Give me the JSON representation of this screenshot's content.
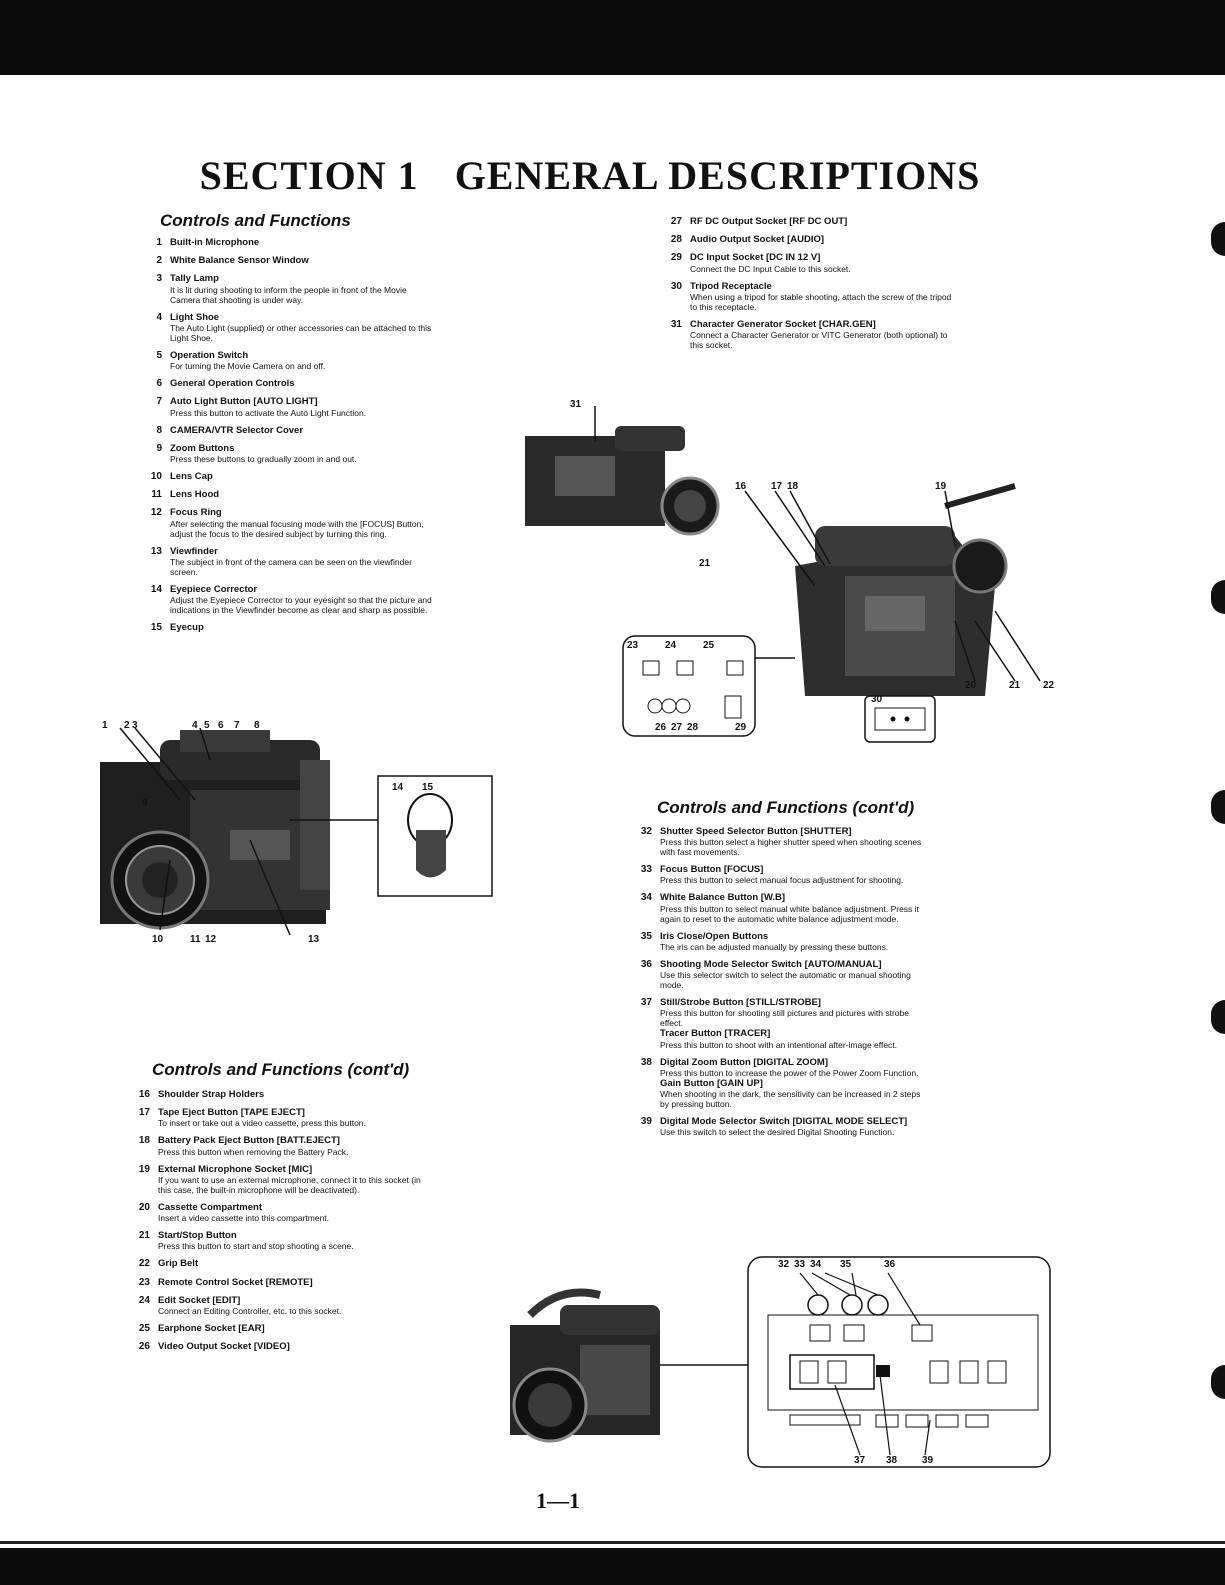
{
  "page": {
    "title_part1": "SECTION 1",
    "title_part2": "GENERAL DESCRIPTIONS",
    "page_number": "1—1"
  },
  "section_a": {
    "heading": "Controls and Functions",
    "items": [
      {
        "num": "1",
        "title": "Built-in Microphone",
        "desc": ""
      },
      {
        "num": "2",
        "title": "White Balance Sensor Window",
        "desc": ""
      },
      {
        "num": "3",
        "title": "Tally Lamp",
        "desc": "It is lit during shooting to inform the people in front of the Movie Camera that shooting is under way."
      },
      {
        "num": "4",
        "title": "Light Shoe",
        "desc": "The Auto Light (supplied) or other accessories can be attached to this Light Shoe."
      },
      {
        "num": "5",
        "title": "Operation Switch",
        "desc": "For turning the Movie Camera on and off."
      },
      {
        "num": "6",
        "title": "General Operation Controls",
        "desc": ""
      },
      {
        "num": "7",
        "title": "Auto Light Button [AUTO LIGHT]",
        "desc": "Press this button to activate the Auto Light Function."
      },
      {
        "num": "8",
        "title": "CAMERA/VTR Selector Cover",
        "desc": ""
      },
      {
        "num": "9",
        "title": "Zoom Buttons",
        "desc": "Press these buttons to gradually zoom in and out."
      },
      {
        "num": "10",
        "title": "Lens Cap",
        "desc": ""
      },
      {
        "num": "11",
        "title": "Lens Hood",
        "desc": ""
      },
      {
        "num": "12",
        "title": "Focus Ring",
        "desc": "After selecting the manual focusing mode with the [FOCUS] Button, adjust the focus to the desired subject by turning this ring."
      },
      {
        "num": "13",
        "title": "Viewfinder",
        "desc": "The subject in front of the camera can be seen on the viewfinder screen."
      },
      {
        "num": "14",
        "title": "Eyepiece Corrector",
        "desc": "Adjust the Eyepiece Corrector to your eyesight so that the picture and indications in the Viewfinder become as clear and sharp as possible."
      },
      {
        "num": "15",
        "title": "Eyecup",
        "desc": ""
      }
    ]
  },
  "section_b": {
    "heading": "Controls and Functions (cont'd)",
    "items": [
      {
        "num": "16",
        "title": "Shoulder Strap Holders",
        "desc": ""
      },
      {
        "num": "17",
        "title": "Tape Eject Button [TAPE EJECT]",
        "desc": "To insert or take out a video cassette, press this button."
      },
      {
        "num": "18",
        "title": "Battery Pack Eject Button [BATT.EJECT]",
        "desc": "Press this button when removing the Battery Pack."
      },
      {
        "num": "19",
        "title": "External Microphone Socket [MIC]",
        "desc": "If you want to use an external microphone, connect it to this socket (in this case, the built-in microphone will be deactivated)."
      },
      {
        "num": "20",
        "title": "Cassette Compartment",
        "desc": "Insert a video cassette into this compartment."
      },
      {
        "num": "21",
        "title": "Start/Stop Button",
        "desc": "Press this button to start and stop shooting a scene."
      },
      {
        "num": "22",
        "title": "Grip Belt",
        "desc": ""
      },
      {
        "num": "23",
        "title": "Remote Control Socket [REMOTE]",
        "desc": ""
      },
      {
        "num": "24",
        "title": "Edit Socket [EDIT]",
        "desc": "Connect an Editing Controller, etc. to this socket."
      },
      {
        "num": "25",
        "title": "Earphone Socket [EAR]",
        "desc": ""
      },
      {
        "num": "26",
        "title": "Video Output Socket [VIDEO]",
        "desc": ""
      }
    ]
  },
  "section_c": {
    "items": [
      {
        "num": "27",
        "title": "RF DC Output Socket [RF DC OUT]",
        "desc": ""
      },
      {
        "num": "28",
        "title": "Audio Output Socket [AUDIO]",
        "desc": ""
      },
      {
        "num": "29",
        "title": "DC Input Socket [DC IN 12 V]",
        "desc": "Connect the DC Input Cable to this socket."
      },
      {
        "num": "30",
        "title": "Tripod Receptacle",
        "desc": "When using a tripod for stable shooting, attach the screw of the tripod to this receptacle."
      },
      {
        "num": "31",
        "title": "Character Generator Socket [CHAR.GEN]",
        "desc": "Connect a Character Generator or VITC Generator (both optional) to this socket."
      }
    ]
  },
  "section_d": {
    "heading": "Controls and Functions (cont'd)",
    "items": [
      {
        "num": "32",
        "title": "Shutter Speed Selector Button [SHUTTER]",
        "desc": "Press this button select a higher shutter speed when shooting scenes with fast movements."
      },
      {
        "num": "33",
        "title": "Focus Button [FOCUS]",
        "desc": "Press this button to select manual focus adjustment for shooting."
      },
      {
        "num": "34",
        "title": "White Balance Button [W.B]",
        "desc": "Press this button to select manual white balance adjustment. Press it again to reset to the automatic white balance adjustment mode."
      },
      {
        "num": "35",
        "title": "Iris Close/Open Buttons",
        "desc": "The iris can be adjusted manually by pressing these buttons."
      },
      {
        "num": "36",
        "title": "Shooting Mode Selector Switch [AUTO/MANUAL]",
        "desc": "Use this selector switch to select the automatic or manual shooting mode."
      },
      {
        "num": "37",
        "title": "Still/Strobe Button [STILL/STROBE]",
        "desc": "Press this button for shooting still pictures and pictures with strobe effect.",
        "title2": "Tracer Button [TRACER]",
        "desc2": "Press this button to shoot with an intentional after-image effect."
      },
      {
        "num": "38",
        "title": "Digital Zoom Button [DIGITAL ZOOM]",
        "desc": "Press this button to increase the power of the Power Zoom Function.",
        "title2": "Gain Button [GAIN UP]",
        "desc2": "When shooting in the dark, the sensitivity can be increased in 2 steps by pressing button."
      },
      {
        "num": "39",
        "title": "Digital Mode Selector Switch [DIGITAL MODE SELECT]",
        "desc": "Use this switch to select the desired Digital Shooting Function."
      }
    ]
  },
  "figures": {
    "fig_a_labels": [
      "1",
      "2",
      "3",
      "4",
      "5",
      "6",
      "7",
      "8",
      "9",
      "10",
      "11",
      "12",
      "13",
      "14",
      "15"
    ],
    "fig_b_labels": [
      "31",
      "16",
      "17",
      "18",
      "19",
      "21",
      "20",
      "21",
      "22",
      "23",
      "24",
      "25",
      "26",
      "27",
      "28",
      "29",
      "30"
    ],
    "fig_c_labels": [
      "32",
      "33",
      "34",
      "35",
      "36",
      "37",
      "38",
      "39"
    ]
  }
}
